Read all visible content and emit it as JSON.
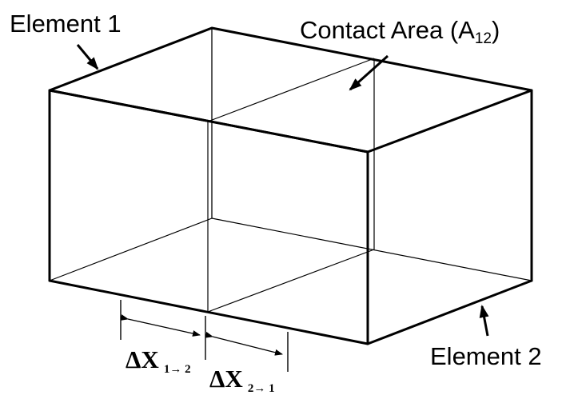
{
  "labels": {
    "element_1": "Element 1",
    "element_2": "Element 2",
    "contact_area_prefix": "Contact Area (A",
    "contact_area_subscript": "12",
    "contact_area_suffix": ")",
    "dx_1_to_2_main": "ΔX",
    "dx_1_to_2_sub": "1→ 2",
    "dx_2_to_1_main": "ΔX",
    "dx_2_to_1_sub": "2→ 1"
  }
}
